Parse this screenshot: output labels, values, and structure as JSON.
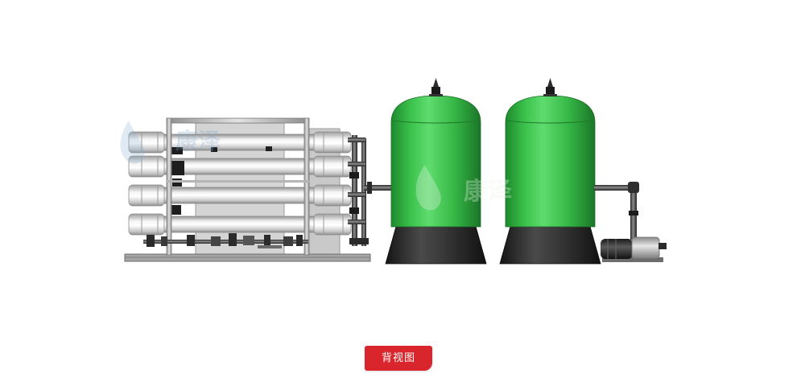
{
  "view_label": "背视图",
  "watermark": {
    "text": "康泽"
  },
  "colors": {
    "label_background": "#d8262c",
    "label_text": "#ffffff",
    "tank_green": "#3cc24c",
    "tank_base": "#222222",
    "membrane_tube": "#e9e9e9",
    "pipe": "#3a3a3a",
    "page_background": "#ffffff"
  },
  "icons": {
    "equipment": "reverse-osmosis-water-treatment-unit"
  }
}
